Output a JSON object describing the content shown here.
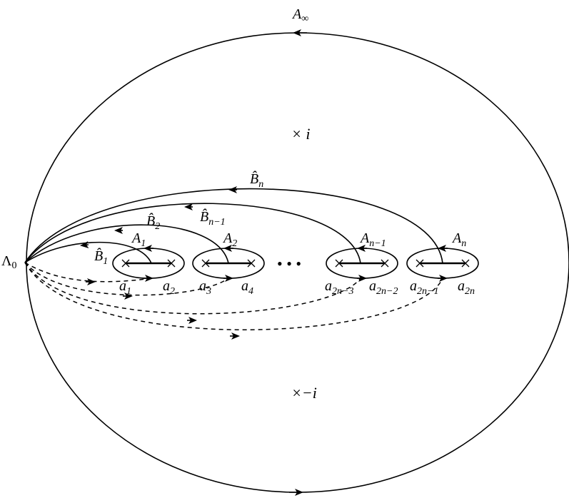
{
  "labels": {
    "a_inf": "A",
    "a_inf_sub": "∞",
    "lambda0": "Λ",
    "lambda0_sub": "0",
    "point_i": "× i",
    "point_minus_i": "×−i",
    "ellipsis": "• • •",
    "B1": "B̂",
    "B1_sub": "1",
    "B2": "B̂",
    "B2_sub": "2",
    "Bn1": "B̂",
    "Bn1_sub": "n−1",
    "Bn": "B̂",
    "Bn_sub": "n",
    "A1": "A",
    "A1_sub": "1",
    "A2": "A",
    "A2_sub": "2",
    "An1": "A",
    "An1_sub": "n−1",
    "An": "A",
    "An_sub": "n",
    "a1": "a",
    "a1_sub": "1",
    "a2": "a",
    "a2_sub": "2",
    "a3": "a",
    "a3_sub": "3",
    "a4": "a",
    "a4_sub": "4",
    "a2n3": "a",
    "a2n3_sub": "2n−3",
    "a2n2": "a",
    "a2n2_sub": "2n−2",
    "a2n1": "a",
    "a2n1_sub": "2n−1",
    "a2n": "a",
    "a2n_sub": "2n"
  }
}
